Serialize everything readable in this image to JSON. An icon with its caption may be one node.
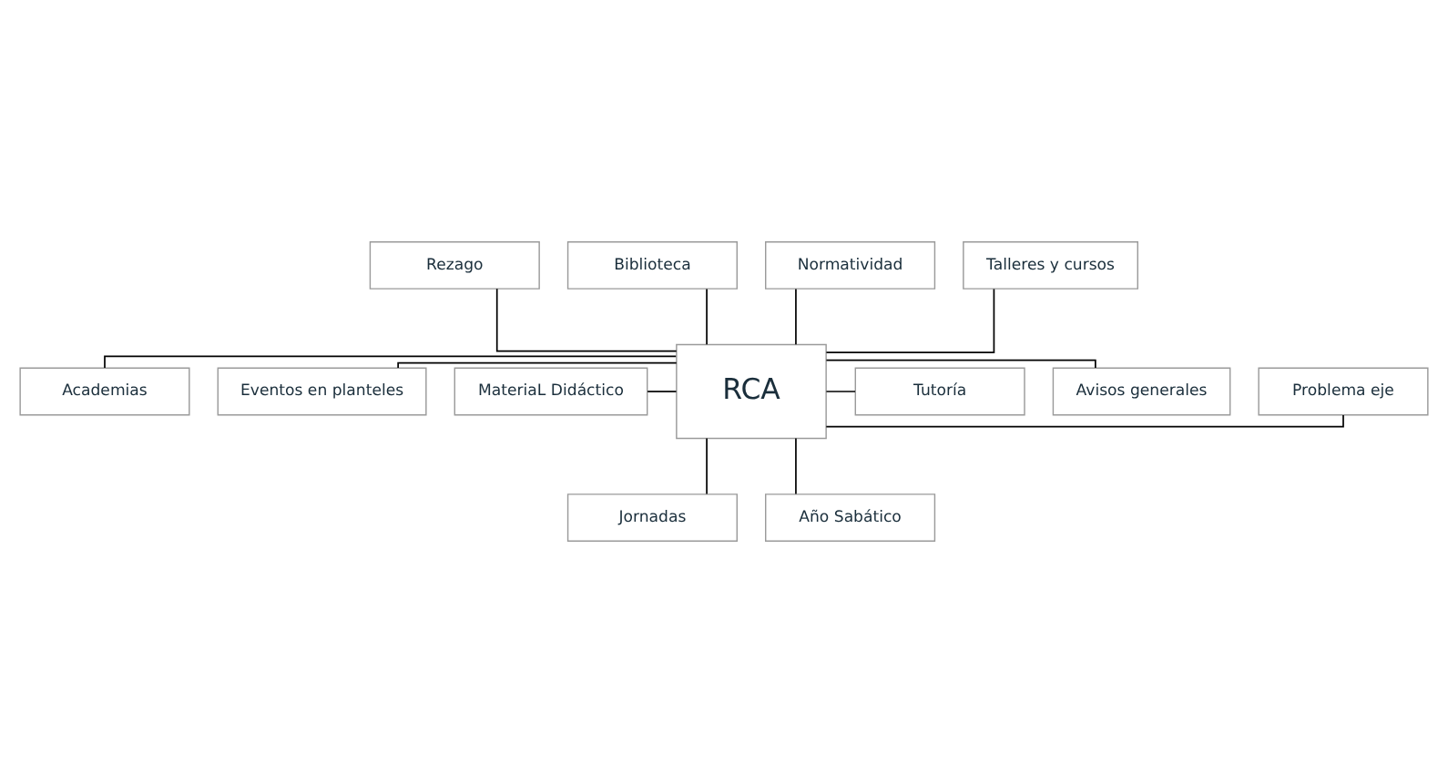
{
  "diagram": {
    "nodes": [
      {
        "text": [
          "Rezago"
        ]
      },
      {
        "text": [
          "Biblioteca"
        ]
      },
      {
        "text": [
          "Normatividad"
        ]
      },
      {
        "text": [
          "Talleres y cursos"
        ]
      },
      {
        "text": [
          "Academias"
        ]
      },
      {
        "text": [
          "Eventos en planteles"
        ]
      },
      {
        "text": [
          "MateriaL Didáctico"
        ]
      },
      {
        "text": [
          "RCA"
        ]
      },
      {
        "text": [
          "Problema eje"
        ]
      },
      {
        "text": [
          "Avisos generales"
        ]
      },
      {
        "text": [
          "Tutoría"
        ]
      },
      {
        "text": [
          "Jornadas"
        ]
      },
      {
        "text": [
          "Año Sabático"
        ]
      }
    ],
    "edges": [
      {
        "from": 0,
        "to": 7,
        "arrow": "none"
      },
      {
        "from": 1,
        "to": 7,
        "arrow": "none"
      },
      {
        "from": 2,
        "to": 7,
        "arrow": "none"
      },
      {
        "from": 3,
        "to": 7,
        "arrow": "none"
      },
      {
        "from": 4,
        "to": 7,
        "arrow": "none"
      },
      {
        "from": 5,
        "to": 7,
        "arrow": "none"
      },
      {
        "from": 6,
        "to": 7,
        "arrow": "none"
      },
      {
        "from": 7,
        "to": 8,
        "arrow": "none"
      },
      {
        "from": 7,
        "to": 9,
        "arrow": "none"
      },
      {
        "from": 7,
        "to": 10,
        "arrow": "none"
      },
      {
        "from": 7,
        "to": 11,
        "arrow": "none"
      },
      {
        "from": 7,
        "to": 12,
        "arrow": "none"
      }
    ]
  }
}
